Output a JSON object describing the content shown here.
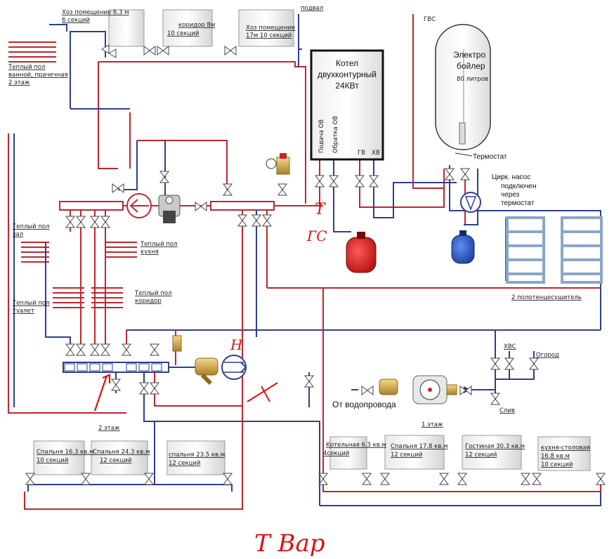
{
  "boiler": {
    "line1": "Котел",
    "line2": "двухконтурный",
    "line3": "24КВт",
    "port1": "Подача ОВ",
    "port2": "Обратка ОВ",
    "port3": "ГВ",
    "port4": "ХВ"
  },
  "water_heater": {
    "line1": "Электро",
    "line2": "бойлер",
    "volume": "80 литров",
    "thermostat": "Термостат",
    "hot_water": "ГВС"
  },
  "pump_note": {
    "line1": "Цирк. насос",
    "line2": "подключен",
    "line3": "через",
    "line4": "термостат"
  },
  "top_radiators": [
    {
      "line1": "Хоз помещение 6.3 м",
      "line2": "6 секций"
    },
    {
      "line1": "коридор 8м",
      "line2": "10 секций"
    },
    {
      "line1": "Хоз помещение",
      "line2": "17м 10 секций"
    }
  ],
  "basement": "подвал",
  "floor_heating": [
    {
      "line1": "Теплый пол",
      "line2": "ванной, прачечная",
      "line3": "2 этаж"
    },
    {
      "line1": "Теплый пол",
      "line2": "зал"
    },
    {
      "line1": "Теплый пол",
      "line2": "кухня"
    },
    {
      "line1": "Теплый пол",
      "line2": "туалет"
    },
    {
      "line1": "Теплый пол",
      "line2": "коридор"
    }
  ],
  "towel_dryers": "2 полотенцесушитель",
  "water": {
    "cold": "ХВС",
    "garden": "Огород",
    "drain": "Слив",
    "mains": "От водопровода"
  },
  "floor2": {
    "title": "2 этаж",
    "radiators": [
      {
        "line1": "Спальня 16.3 кв.м",
        "line2": "10 секций"
      },
      {
        "line1": "Спальня 24.3 кв.м",
        "line2": "12 секций"
      },
      {
        "line1": "спальня 23.5 кв.м",
        "line2": "12 секций"
      }
    ]
  },
  "floor1": {
    "title": "1 этаж",
    "radiators": [
      {
        "line1": "Котельная 6.3 кв.м",
        "line2": "4секций"
      },
      {
        "line1": "Спальня 17.8 кв.м",
        "line2": "12 секций"
      },
      {
        "line1": "Гостиная 30.3 кв.м",
        "line2": "12 секций"
      },
      {
        "line1": "кухня-столовая",
        "line2": "16.8 кв.м",
        "line3": "10 секций"
      }
    ]
  },
  "handwritten": {
    "t": "Т",
    "gs": "ГС",
    "h": "Н",
    "signature": "Т Вар"
  }
}
